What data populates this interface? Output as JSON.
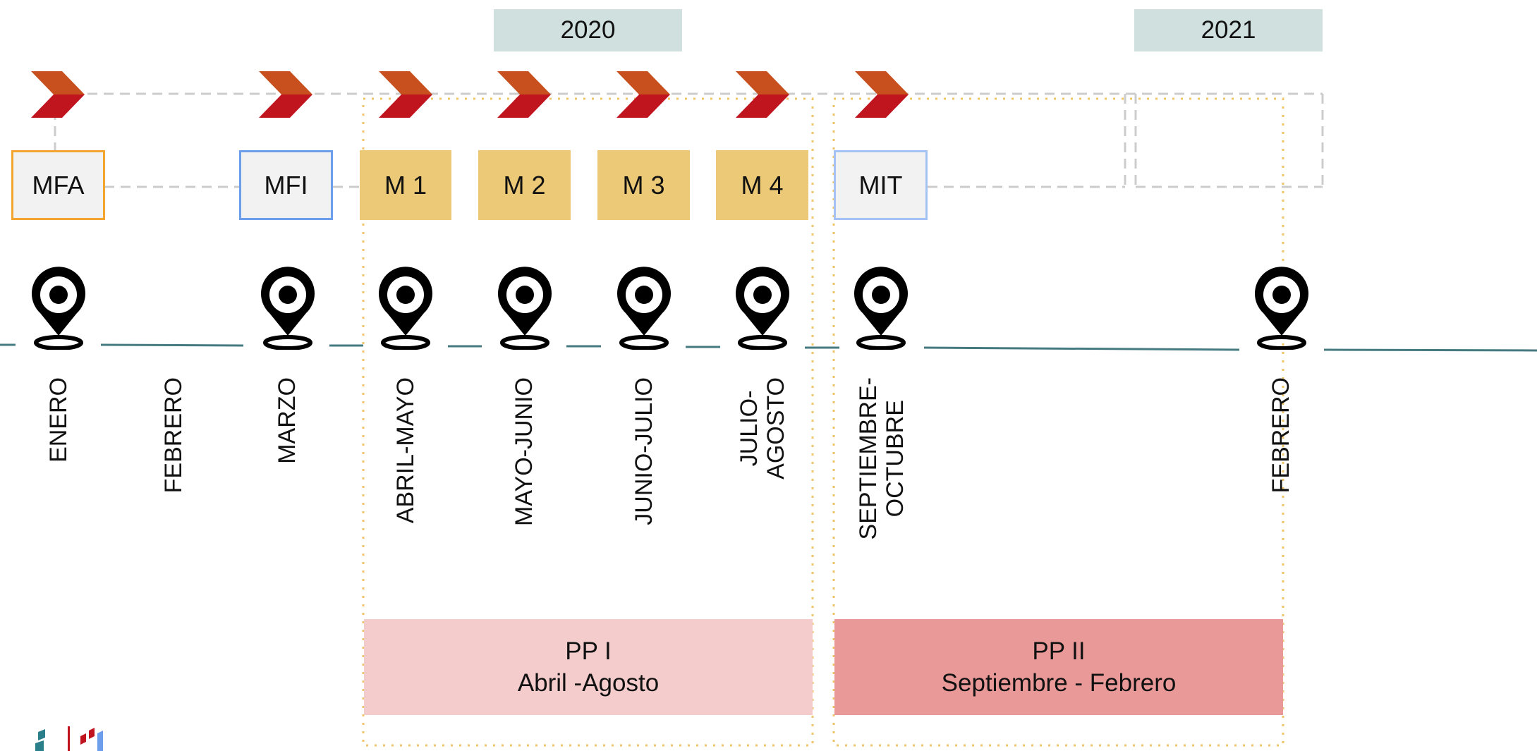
{
  "years": [
    "2020",
    "2021"
  ],
  "modules": [
    "MFA",
    "MFI",
    "M 1",
    "M 2",
    "M 3",
    "M 4",
    "MIT"
  ],
  "months": [
    "ENERO",
    "FEBRERO",
    "MARZO",
    "ABRIL-MAYO",
    "MAYO-JUNIO",
    "JUNIO-JULIO",
    "JULIO-\nAGOSTO",
    "SEPTIEMBRE-\nOCTUBRE",
    "FEBRERO"
  ],
  "periods": [
    {
      "title": "PP I",
      "subtitle": "Abril -Agosto"
    },
    {
      "title": "PP II",
      "subtitle": "Septiembre - Febrero"
    }
  ],
  "colors": {
    "year_bg": "#cfe0df",
    "module_gold": "#ebc977",
    "mfa_border": "#f4a431",
    "mfi_border": "#6d9eeb",
    "mit_border": "#a4c2f4",
    "pp1_bg": "#f4cccc",
    "pp2_bg": "#ea9999",
    "chevron_top": "#c8501e",
    "chevron_bottom": "#c0141e",
    "timeline": "#457b80"
  },
  "icons": [
    "chevron-arrow-icon",
    "map-pin-icon",
    "logo-icon"
  ]
}
